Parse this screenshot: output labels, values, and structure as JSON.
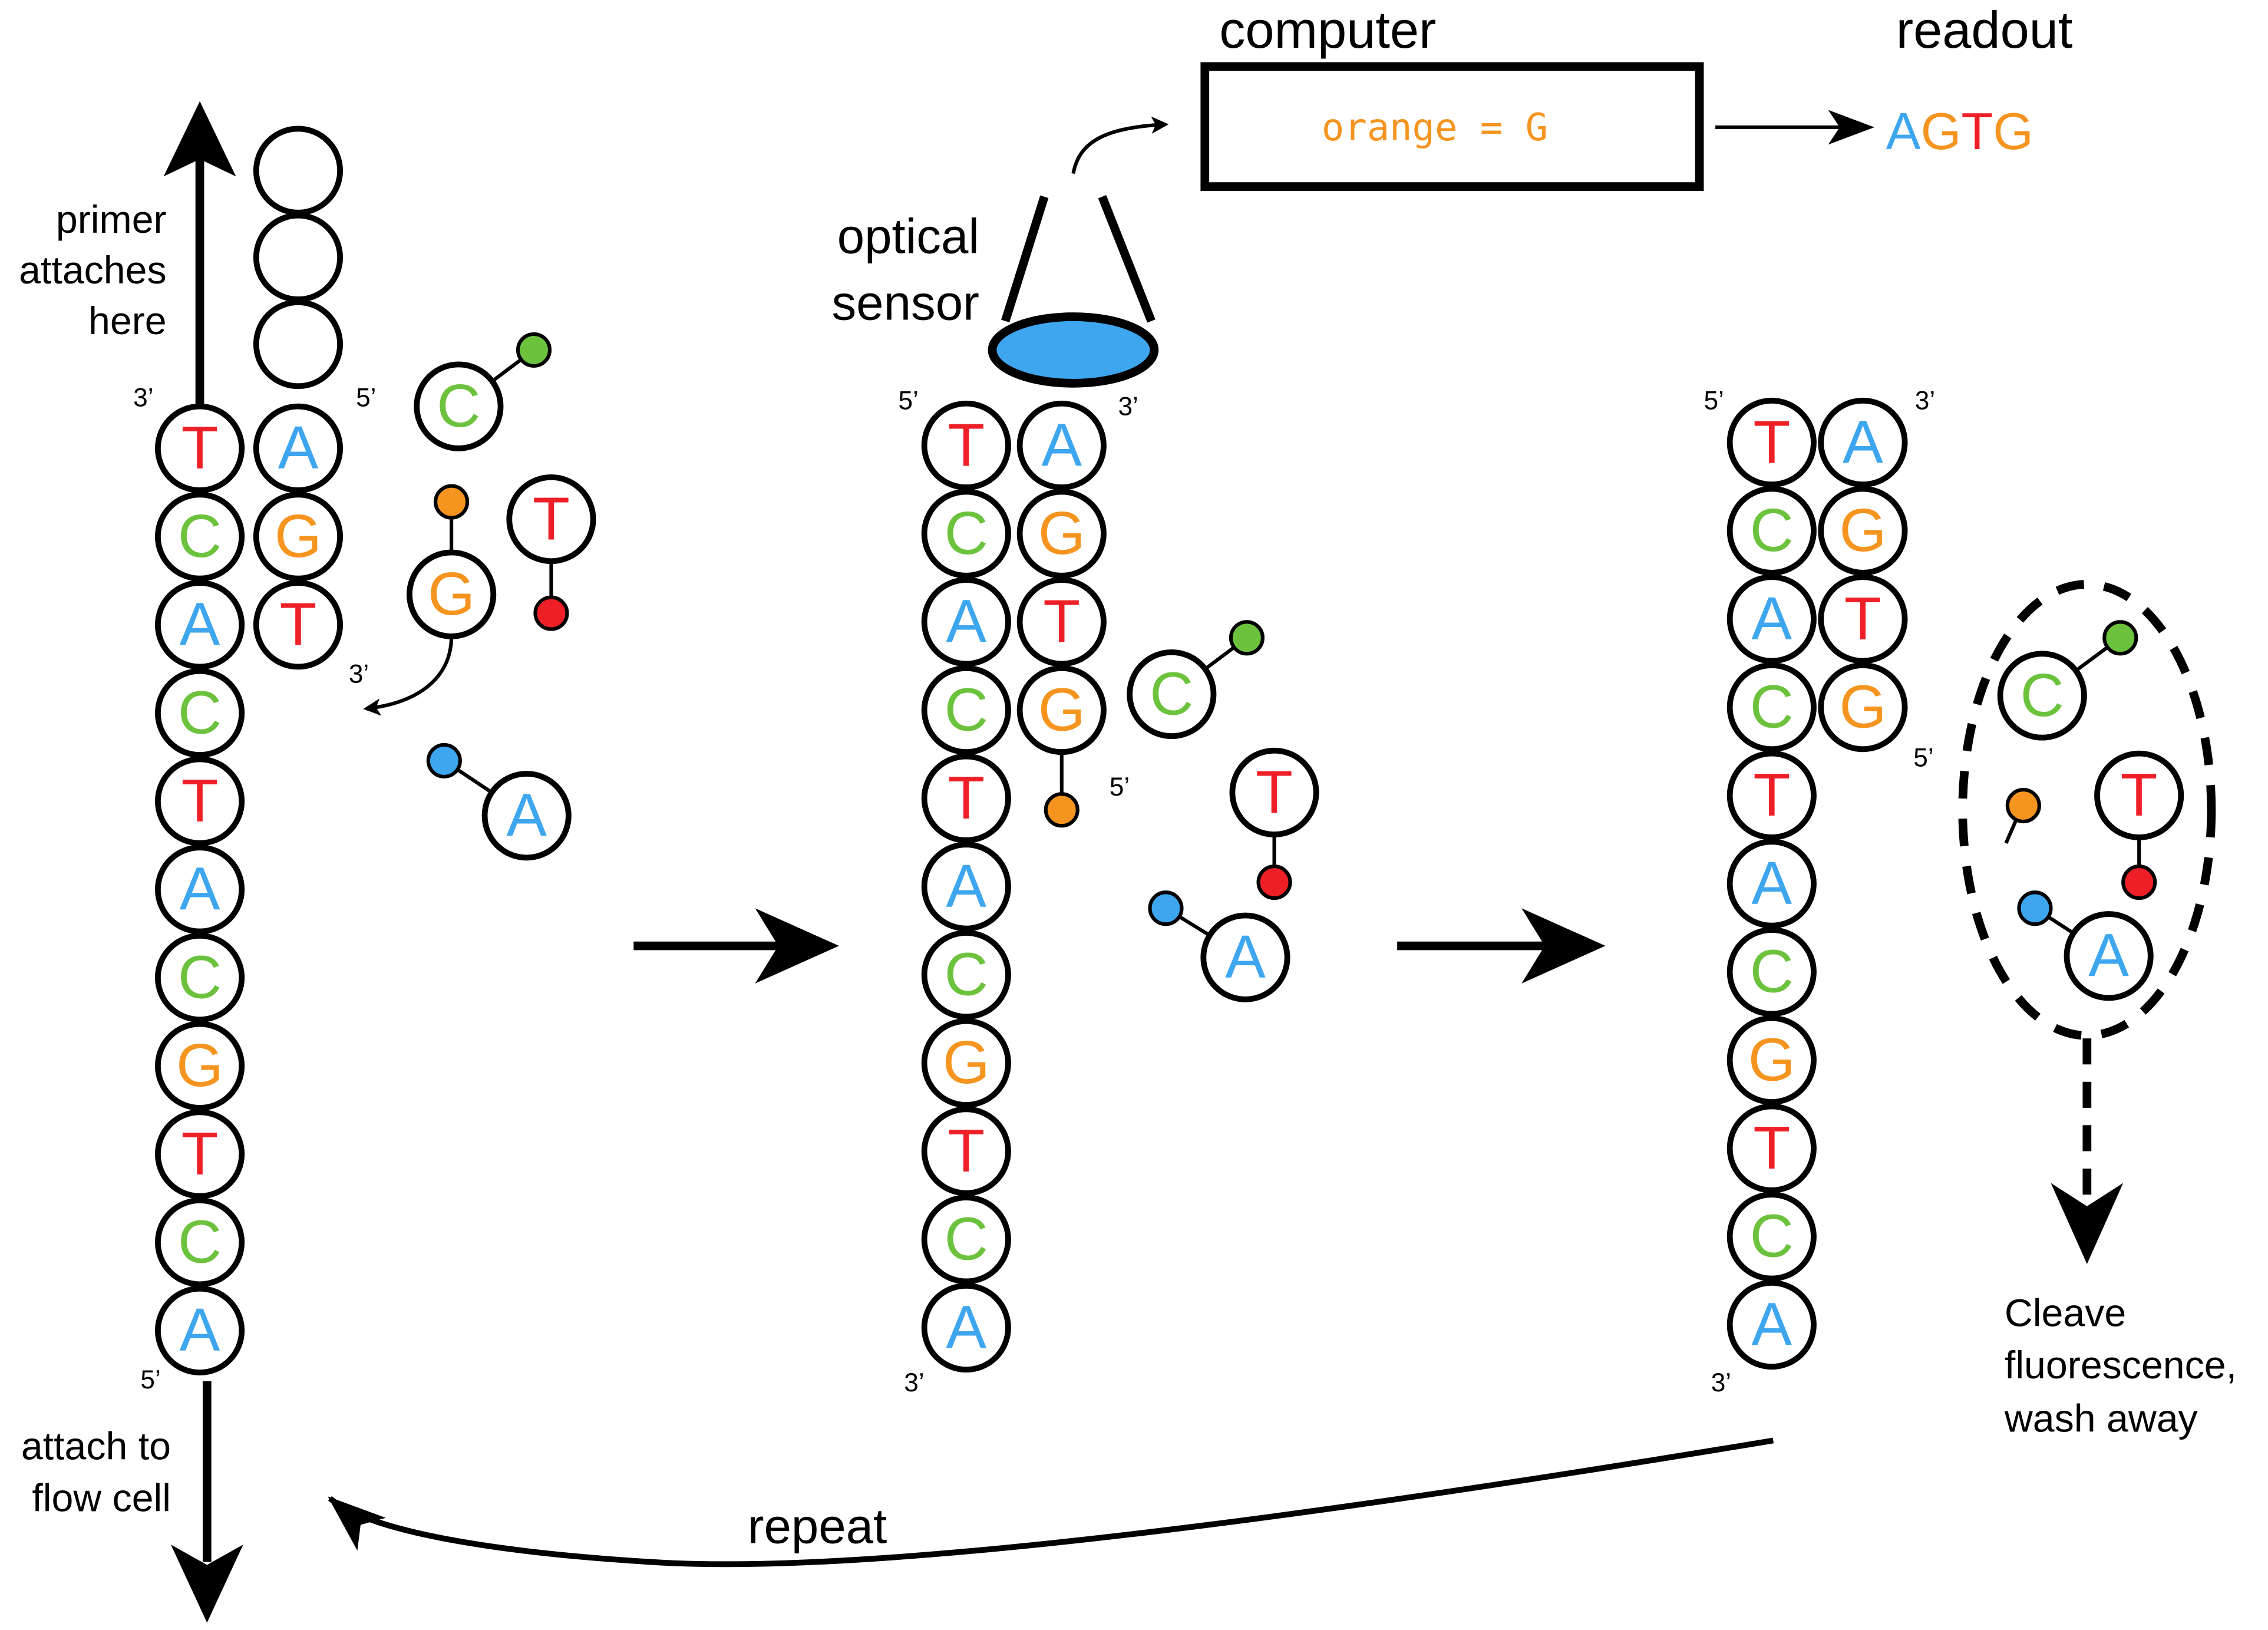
{
  "colors": {
    "A": "#3ea6ef",
    "C": "#6cc23d",
    "G": "#f5941f",
    "T": "#ee1f26",
    "sensor_fill": "#3ea6ef",
    "ink": "#000000"
  },
  "labels": {
    "primer": [
      "primer",
      "attaches",
      "here"
    ],
    "flow_cell": [
      "attach to",
      "flow cell"
    ],
    "optical_sensor": [
      "optical",
      "sensor"
    ],
    "computer_title": "computer",
    "computer_text": "orange = G",
    "readout_title": "readout",
    "cleave": [
      "Cleave",
      "fluorescence,",
      "wash away"
    ],
    "repeat": "repeat"
  },
  "readout": [
    "A",
    "G",
    "T",
    "G"
  ],
  "strand_ends": {
    "panel1": {
      "top_left": "3’",
      "top_right": "5’",
      "primer_end": "3’",
      "bottom": "5’"
    },
    "panel2": {
      "top_left": "5’",
      "top_right": "3’",
      "new_end": "5’",
      "bottom": "3’"
    },
    "panel3": {
      "top_left": "5’",
      "top_right": "3’",
      "new_end": "5’",
      "bottom": "3’"
    }
  },
  "panels": {
    "panel1": {
      "template": [
        "T",
        "C",
        "A",
        "C",
        "T",
        "A",
        "C",
        "G",
        "T",
        "C",
        "A"
      ],
      "complement": [
        "A",
        "G",
        "T"
      ],
      "primer_beads": 3,
      "free_nucleotides": [
        "C",
        "G",
        "T",
        "A"
      ]
    },
    "panel2": {
      "template": [
        "T",
        "C",
        "A",
        "C",
        "T",
        "A",
        "C",
        "G",
        "T",
        "C",
        "A"
      ],
      "complement": [
        "A",
        "G",
        "T",
        "G"
      ],
      "free_nucleotides": [
        "C",
        "T",
        "A"
      ]
    },
    "panel3": {
      "template": [
        "T",
        "C",
        "A",
        "C",
        "T",
        "A",
        "C",
        "G",
        "T",
        "C",
        "A"
      ],
      "complement": [
        "A",
        "G",
        "T",
        "G"
      ],
      "washed_nucleotides": [
        "C",
        "T",
        "A"
      ]
    }
  }
}
